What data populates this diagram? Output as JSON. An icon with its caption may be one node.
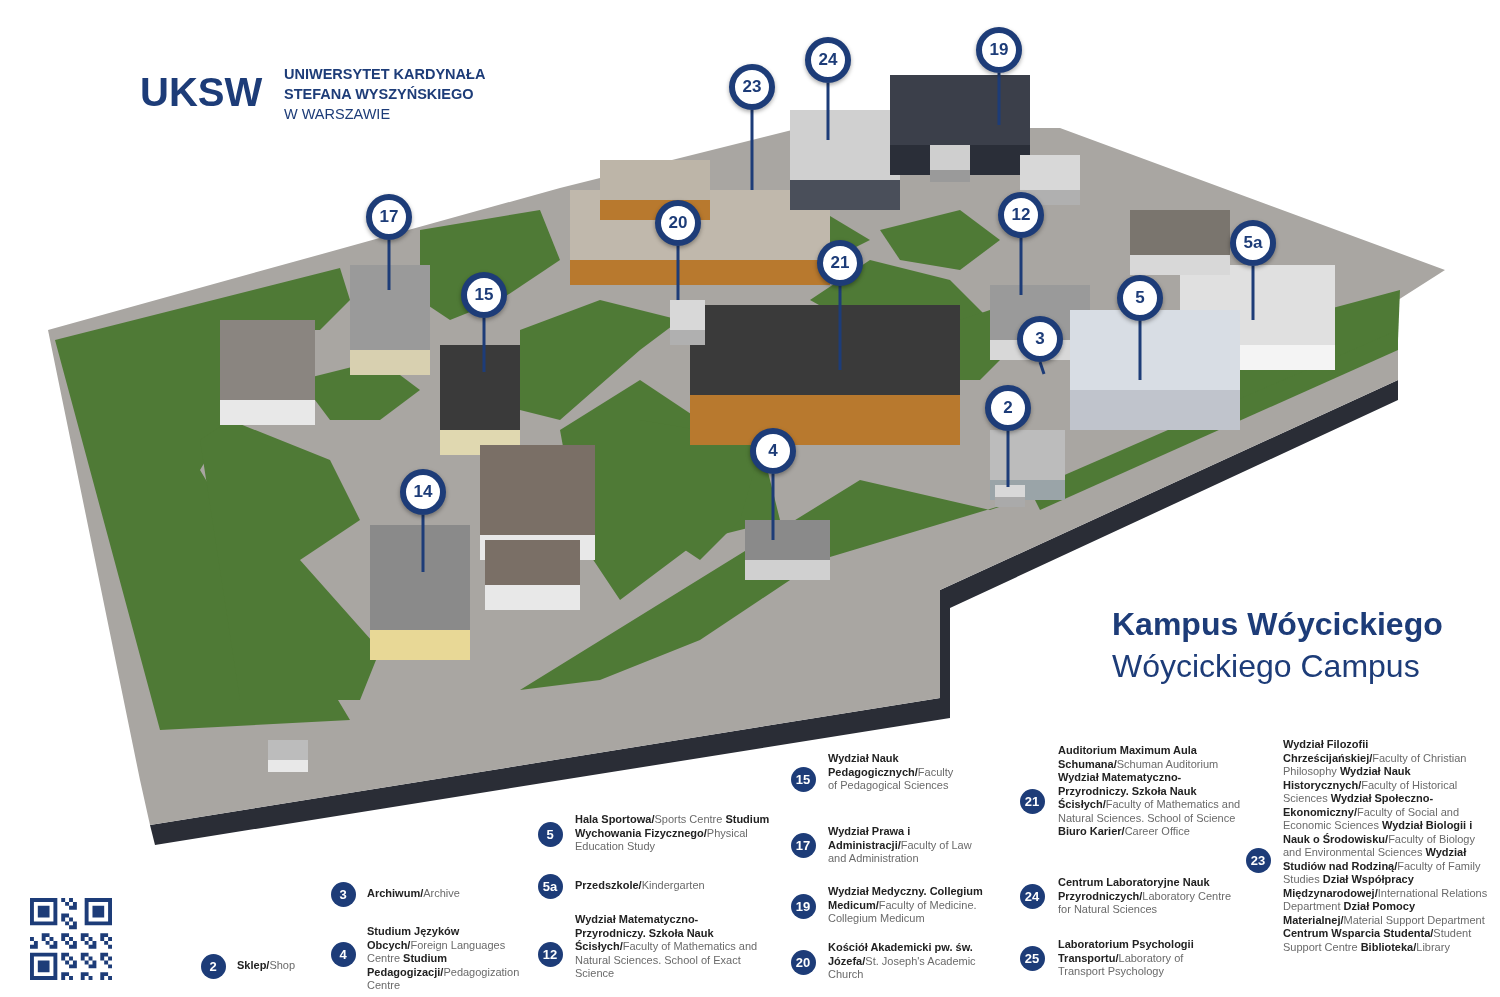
{
  "diagram": {
    "title": "Kampus Wóycickiego",
    "nodes": [
      {
        "text": [
          "19"
        ]
      },
      {
        "text": [
          "24"
        ]
      },
      {
        "text": [
          "23"
        ]
      },
      {
        "text": [
          "12"
        ]
      },
      {
        "text": [
          "17"
        ]
      },
      {
        "text": [
          "20"
        ]
      },
      {
        "text": [
          "5a"
        ]
      },
      {
        "text": [
          "21"
        ]
      },
      {
        "text": [
          "15"
        ]
      },
      {
        "text": [
          "5"
        ]
      },
      {
        "text": [
          "3"
        ]
      },
      {
        "text": [
          "2"
        ]
      },
      {
        "text": [
          "4"
        ]
      },
      {
        "text": [
          "14"
        ]
      }
    ],
    "edges": [
      {
        "from": 0,
        "to": null,
        "arrow": "none"
      },
      {
        "from": 1,
        "to": null,
        "arrow": "none"
      },
      {
        "from": 2,
        "to": null,
        "arrow": "none"
      },
      {
        "from": 3,
        "to": null,
        "arrow": "none"
      },
      {
        "from": 4,
        "to": null,
        "arrow": "none"
      },
      {
        "from": 5,
        "to": null,
        "arrow": "none"
      },
      {
        "from": 6,
        "to": null,
        "arrow": "none"
      },
      {
        "from": 7,
        "to": null,
        "arrow": "none"
      },
      {
        "from": 8,
        "to": null,
        "arrow": "none"
      },
      {
        "from": 9,
        "to": null,
        "arrow": "none"
      },
      {
        "from": 10,
        "to": null,
        "arrow": "none"
      },
      {
        "from": 11,
        "to": null,
        "arrow": "none"
      },
      {
        "from": 12,
        "to": null,
        "arrow": "none"
      },
      {
        "from": 13,
        "to": null,
        "arrow": "none"
      }
    ],
    "labels": [
      "UKSW",
      "**UNIWERSYTET KARDYNAŁA STEFANA WYSZYŃSKIEGO** W WARSZAWIE",
      "Wóycickiego Campus",
      "2",
      "**Sklep/**Shop",
      "3",
      "**Archiwum/**Archive",
      "4",
      "**Studium Języków Obcych/**Foreign Languages Centre **Studium Pedagogizacji/**Pedagogization Centre",
      "5",
      "**Hala Sportowa/**Sports Centre **Studium Wychowania Fizycznego/**Physical Education Study",
      "5a",
      "**Przedszkole/**Kindergarten",
      "12",
      "**Wydział Matematyczno-Przyrodniczy. Szkoła Nauk Ścisłych/**Faculty of Mathematics and Natural Sciences. School of Exact Science",
      "15",
      "**Wydział Nauk Pedagogicznych/**Faculty of Pedagogical Sciences",
      "17",
      "**Wydział Prawa i Administracji/**Faculty of Law and Administration",
      "19",
      "**Wydział Medyczny. Collegium Medicum/**Faculty of Medicine. Collegium Medicum",
      "20",
      "**Kościół Akademicki pw. św. Józefa/**St. Joseph's Academic Church",
      "21",
      "**Auditorium Maximum Aula Schumana/**Schuman Auditorium **Wydział Matematyczno-Przyrodniczy. Szkoła Nauk Ścisłych/**Faculty of Mathematics and Natural Sciences. School of Science **Biuro Karier/**Career Office",
      "24",
      "**Centrum Laboratoryjne Nauk Przyrodniczych/**Laboratory Centre for Natural Sciences",
      "25",
      "**Laboratorium Psychologii Transportu/**Laboratory of Transport Psychology",
      "23",
      "**Wydział Filozofii Chrześcijańskiej/**Faculty of Christian Philosophy **Wydział Nauk Historycznych/**Faculty of Historical Sciences **Wydział Społeczno-Ekonomiczny/**Faculty of Social and Economic Sciences **Wydział Biologii i Nauk o Środowisku/**Faculty of Biology and Environmental Sciences **Wydział Studiów nad Rodziną/**Faculty of Family Studies **Dział Współpracy Międzynarodowej/**International Relations Department **Dział Pomocy Materialnej/**Material Support Department **Centrum Wsparcia Studenta/**Student Support Centre **Biblioteka/**Library"
    ]
  }
}
